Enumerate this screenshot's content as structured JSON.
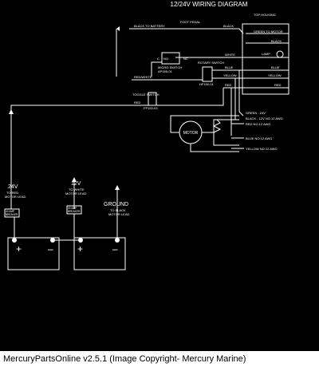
{
  "diagram": {
    "title": "12/24V WIRING DIAGRAM",
    "top_housing": "TOP HOUSING",
    "foot_pedal": "FOOT PEDAL",
    "wires": {
      "black_to_battery": "BLACK TO BATTERY",
      "black": "BLACK",
      "white": "WHITE",
      "green_to_motor": "GREEN TO MOTOR",
      "red_white": "RED/WHITE",
      "red": "RED",
      "blue": "BLUE",
      "yellow": "YELLOW"
    },
    "lamp": "LAMP",
    "switch_labels": {
      "no": "NO",
      "nc": "NC",
      "c": "C",
      "micro_switch": "MICRO SWITCH",
      "micro_part": "AP155-01",
      "rotary_switch": "ROTARY SWITCH",
      "rotary_part": "HF150-01",
      "toggle_switch": "TOGGLE SWITCH",
      "toggle_part": "FP153-03"
    },
    "motor": "MOTOR",
    "gauge_labels": {
      "green": "GREEN - 24V",
      "black": "BLACK - 12V NO.12 AWG",
      "red": "RED NO.12 AWG",
      "blue": "BLUE NO.12 AWG",
      "yellow": "YELLOW NO.12 AWG"
    },
    "battery_leads": {
      "v24": "24V",
      "v24_sub1": "TO RED",
      "v24_sub2": "MOTOR LEAD",
      "v12": "12V",
      "v12_sub1": "TO WHITE",
      "v12_sub2": "MOTOR LEAD",
      "ground": "GROUND",
      "ground_sub1": "TO BLACK",
      "ground_sub2": "MOTOR LEAD"
    },
    "breakers": {
      "b1_line1": "40 AMP",
      "b1_line2": "BREAKER",
      "b2_line1": "40 AMP",
      "b2_line2": "BREAKER"
    },
    "terminals": {
      "plus": "+",
      "minus": "–"
    }
  },
  "caption": "MercuryPartsOnline v2.5.1 (Image Copyright- Mercury Marine)"
}
